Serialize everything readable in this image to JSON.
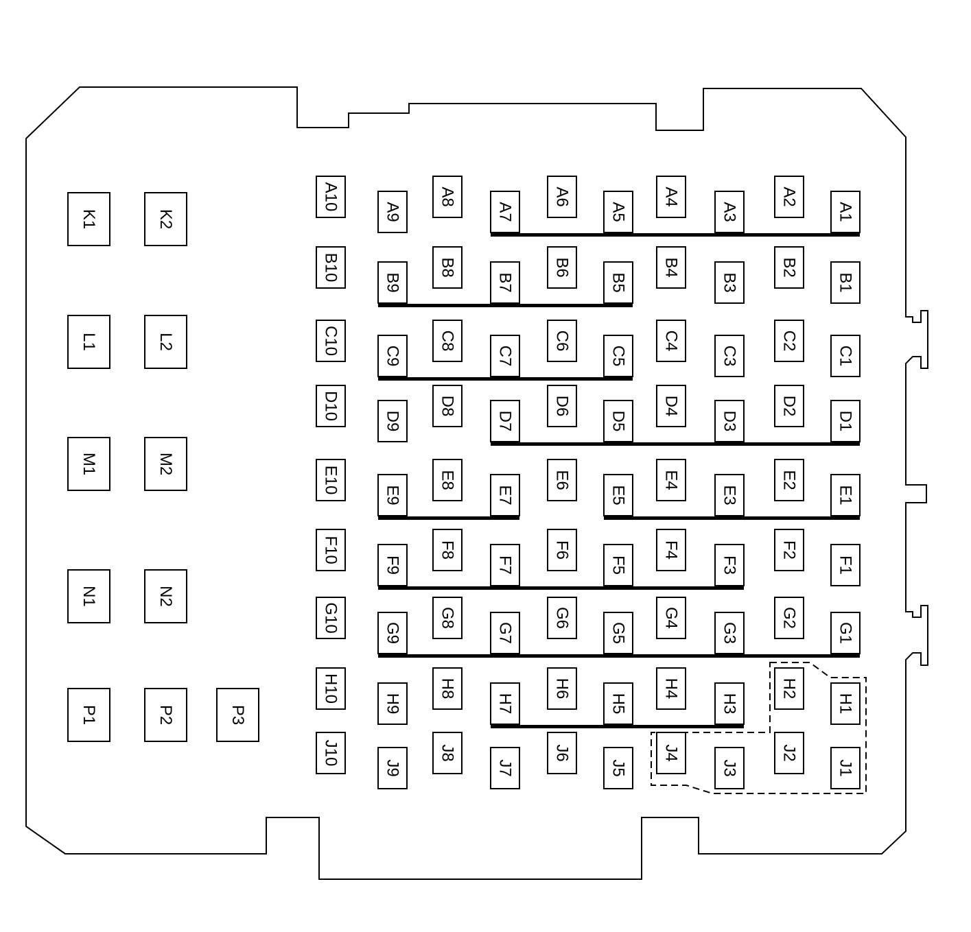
{
  "colors": {
    "stroke": "#000000",
    "background": "#ffffff",
    "box_fill": "#ffffff"
  },
  "left_pins": [
    "K1",
    "K2",
    "L1",
    "L2",
    "M1",
    "M2",
    "N1",
    "N2",
    "P1",
    "P2",
    "P3"
  ],
  "grid_rows": [
    {
      "row": "A",
      "pins": [
        "A1",
        "A2",
        "A3",
        "A4",
        "A5",
        "A6",
        "A7",
        "A8",
        "A9",
        "A10"
      ]
    },
    {
      "row": "B",
      "pins": [
        "B1",
        "B2",
        "B3",
        "B4",
        "B5",
        "B6",
        "B7",
        "B8",
        "B9",
        "B10"
      ]
    },
    {
      "row": "C",
      "pins": [
        "C1",
        "C2",
        "C3",
        "C4",
        "C5",
        "C6",
        "C7",
        "C8",
        "C9",
        "C10"
      ]
    },
    {
      "row": "D",
      "pins": [
        "D1",
        "D2",
        "D3",
        "D4",
        "D5",
        "D6",
        "D7",
        "D8",
        "D9",
        "D10"
      ]
    },
    {
      "row": "E",
      "pins": [
        "E1",
        "E2",
        "E3",
        "E4",
        "E5",
        "E6",
        "E7",
        "E8",
        "E9",
        "E10"
      ]
    },
    {
      "row": "F",
      "pins": [
        "F1",
        "F2",
        "F3",
        "F4",
        "F5",
        "F6",
        "F7",
        "F8",
        "F9",
        "F10"
      ]
    },
    {
      "row": "G",
      "pins": [
        "G1",
        "G2",
        "G3",
        "G4",
        "G5",
        "G6",
        "G7",
        "G8",
        "G9",
        "G10"
      ]
    },
    {
      "row": "H",
      "pins": [
        "H1",
        "H2",
        "H3",
        "H4",
        "H5",
        "H6",
        "H7",
        "H8",
        "H9",
        "H10"
      ]
    },
    {
      "row": "J",
      "pins": [
        "J1",
        "J2",
        "J3",
        "J4",
        "J5",
        "J6",
        "J7",
        "J8",
        "J9",
        "J10"
      ]
    }
  ],
  "bus_bars": [
    {
      "row": "A",
      "from": "A7",
      "to": "A1"
    },
    {
      "row": "B",
      "from": "B9",
      "to": "B5"
    },
    {
      "row": "C",
      "from": "C9",
      "to": "C5"
    },
    {
      "row": "D",
      "from": "D7",
      "to": "D1"
    },
    {
      "row": "E",
      "from": "E9",
      "to": "E7"
    },
    {
      "row": "E",
      "from": "E5",
      "to": "E1"
    },
    {
      "row": "F",
      "from": "F9",
      "to": "F3"
    },
    {
      "row": "G",
      "from": "G9",
      "to": "G1"
    },
    {
      "row": "H",
      "from": "H7",
      "to": "H3"
    }
  ],
  "dashed_group": [
    "H2",
    "H1",
    "J4",
    "J3",
    "J2",
    "J1"
  ]
}
